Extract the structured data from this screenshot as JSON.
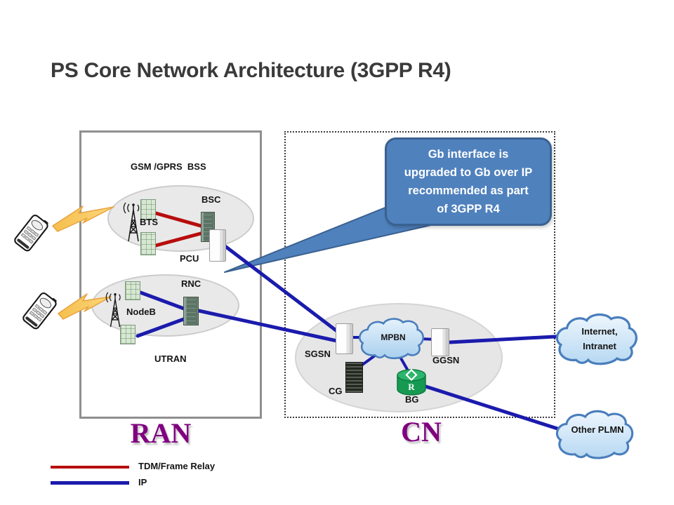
{
  "title": "PS Core Network Architecture (3GPP R4)",
  "ran": {
    "label": "RAN",
    "gsm": {
      "group_label": "GSM /GPRS  BSS",
      "bts": "BTS",
      "bsc": "BSC",
      "pcu": "PCU"
    },
    "utran": {
      "group_label": "UTRAN",
      "nodeb": "NodeB",
      "rnc": "RNC"
    }
  },
  "cn": {
    "label": "CN",
    "sgsn": "SGSN",
    "mpbn": "MPBN",
    "ggsn": "GGSN",
    "cg": "CG",
    "bg": "BG",
    "bg_router_letter": "R"
  },
  "callout": {
    "lines": [
      "Gb interface is",
      "upgraded to  Gb over IP",
      "recommended as part",
      "of 3GPP R4"
    ],
    "fill_color": "#4f81bd",
    "border_color": "#3a618f"
  },
  "clouds": {
    "internet": {
      "line1": "Internet,",
      "line2": "Intranet"
    },
    "other_plmn": "Other PLMN"
  },
  "legend": {
    "items": [
      {
        "label": "TDM/Frame Relay",
        "color": "#b80d0d"
      },
      {
        "label": "IP",
        "color": "#1b1bad"
      }
    ]
  },
  "colors": {
    "ip_line": "#1b1bad",
    "tdm_line": "#b80d0d",
    "region_label": "#800080",
    "title_text": "#3a3a3a"
  }
}
